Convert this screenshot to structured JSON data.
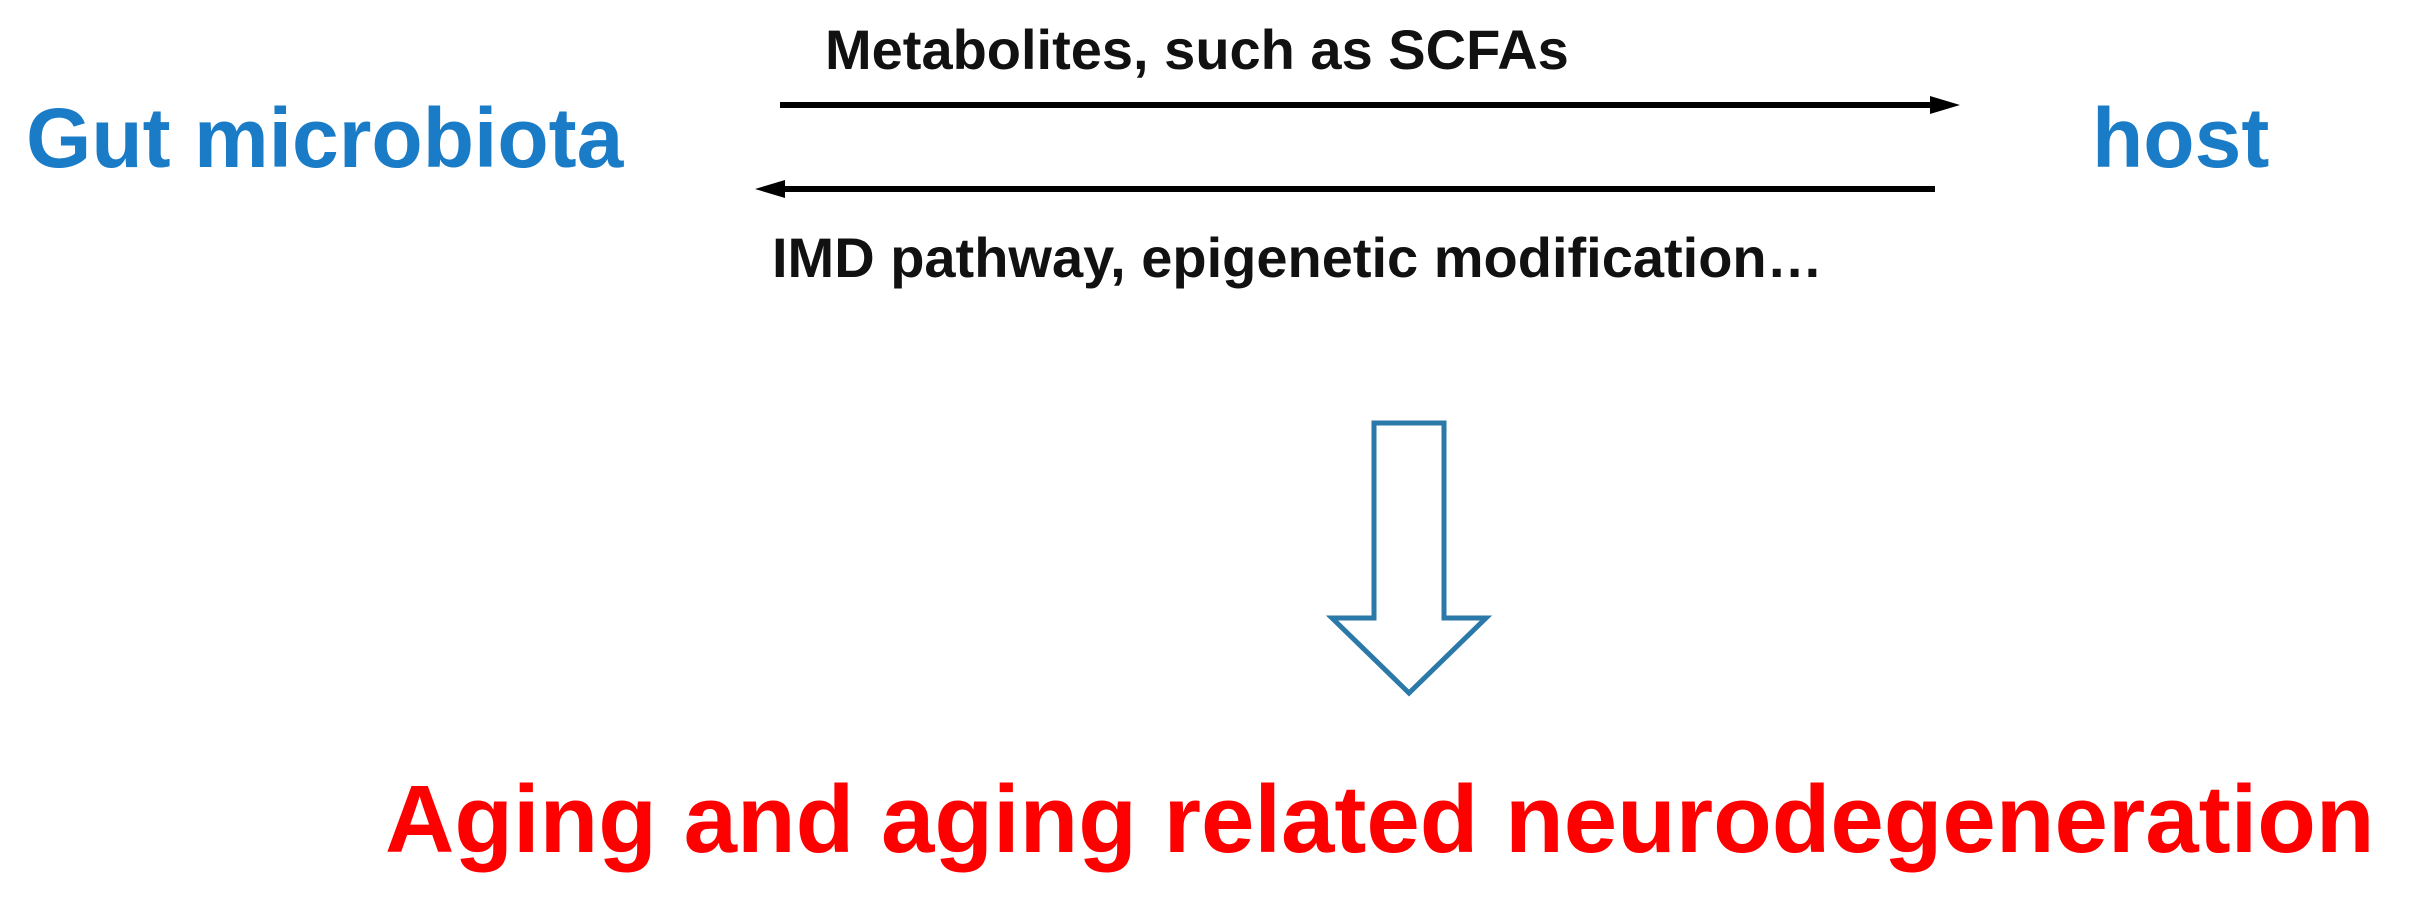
{
  "nodes": {
    "source": "Gut microbiota",
    "target": "host",
    "outcome": "Aging  and aging related neurodegeneration"
  },
  "edges": {
    "forward_label": "Metabolites, such as SCFAs",
    "reverse_label": "IMD pathway, epigenetic modification…"
  },
  "colors": {
    "node_text": "#1a7cc7",
    "edge_text": "#111111",
    "outcome_text": "#ff0000",
    "down_arrow_stroke": "#2b79a8",
    "edge_stroke": "#000000"
  }
}
